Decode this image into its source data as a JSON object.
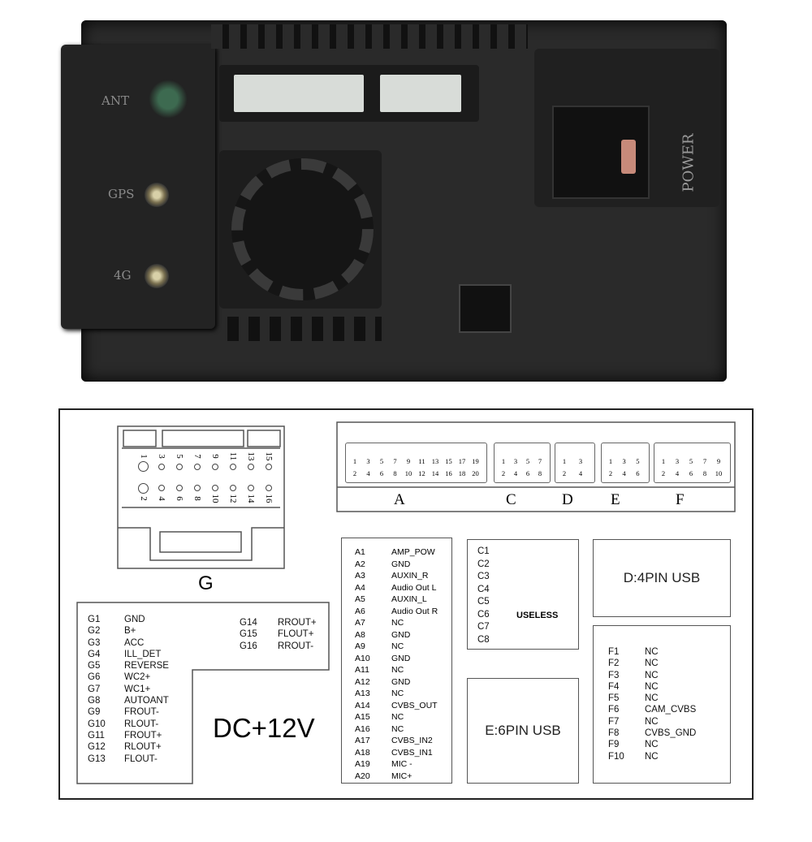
{
  "device_labels": {
    "ant": "ANT",
    "gps": "GPS",
    "lte": "4G",
    "power": "POWER"
  },
  "connector_g": {
    "label": "G",
    "top_pins": [
      "1",
      "3",
      "5",
      "7",
      "9",
      "11",
      "13",
      "15"
    ],
    "bottom_pins": [
      "2",
      "4",
      "6",
      "8",
      "10",
      "12",
      "14",
      "16"
    ]
  },
  "connectors": [
    {
      "label": "A",
      "odd": [
        "1",
        "3",
        "5",
        "7",
        "9",
        "11",
        "13",
        "15",
        "17",
        "19"
      ],
      "even": [
        "2",
        "4",
        "6",
        "8",
        "10",
        "12",
        "14",
        "16",
        "18",
        "20"
      ]
    },
    {
      "label": "C",
      "odd": [
        "1",
        "3",
        "5",
        "7"
      ],
      "even": [
        "2",
        "4",
        "6",
        "8"
      ]
    },
    {
      "label": "D",
      "odd": [
        "1",
        "3"
      ],
      "even": [
        "2",
        "4"
      ]
    },
    {
      "label": "E",
      "odd": [
        "1",
        "3",
        "5"
      ],
      "even": [
        "2",
        "4",
        "6"
      ]
    },
    {
      "label": "F",
      "odd": [
        "1",
        "3",
        "5",
        "7",
        "9"
      ],
      "even": [
        "2",
        "4",
        "6",
        "8",
        "10"
      ]
    }
  ],
  "g_table": {
    "left": [
      [
        "G1",
        "GND"
      ],
      [
        "G2",
        "B+"
      ],
      [
        "G3",
        "ACC"
      ],
      [
        "G4",
        "ILL_DET"
      ],
      [
        "G5",
        "REVERSE"
      ],
      [
        "G6",
        "WC2+"
      ],
      [
        "G7",
        "WC1+"
      ],
      [
        "G8",
        "AUTOANT"
      ],
      [
        "G9",
        "FROUT-"
      ],
      [
        "G10",
        "RLOUT-"
      ],
      [
        "G11",
        "FROUT+"
      ],
      [
        "G12",
        "RLOUT+"
      ],
      [
        "G13",
        "FLOUT-"
      ]
    ],
    "right": [
      [
        "G14",
        "RROUT+"
      ],
      [
        "G15",
        "FLOUT+"
      ],
      [
        "G16",
        "RROUT-"
      ]
    ],
    "power": "DC+12V"
  },
  "a_table": [
    [
      "A1",
      "AMP_POW"
    ],
    [
      "A2",
      "GND"
    ],
    [
      "A3",
      "AUXIN_R"
    ],
    [
      "A4",
      "Audio Out L"
    ],
    [
      "A5",
      "AUXIN_L"
    ],
    [
      "A6",
      "Audio Out R"
    ],
    [
      "A7",
      "NC"
    ],
    [
      "A8",
      "GND"
    ],
    [
      "A9",
      "NC"
    ],
    [
      "A10",
      "GND"
    ],
    [
      "A11",
      "NC"
    ],
    [
      "A12",
      "GND"
    ],
    [
      "A13",
      "NC"
    ],
    [
      "A14",
      "CVBS_OUT"
    ],
    [
      "A15",
      "NC"
    ],
    [
      "A16",
      "NC"
    ],
    [
      "A17",
      "CVBS_IN2"
    ],
    [
      "A18",
      "CVBS_IN1"
    ],
    [
      "A19",
      "MIC -"
    ],
    [
      "A20",
      "MIC+"
    ]
  ],
  "c_table": {
    "pins": [
      "C1",
      "C2",
      "C3",
      "C4",
      "C5",
      "C6",
      "C7",
      "C8"
    ],
    "note": "USELESS"
  },
  "d_box": "D:4PIN USB",
  "e_box": "E:6PIN USB",
  "f_table": [
    [
      "F1",
      "NC"
    ],
    [
      "F2",
      "NC"
    ],
    [
      "F3",
      "NC"
    ],
    [
      "F4",
      "NC"
    ],
    [
      "F5",
      "NC"
    ],
    [
      "F6",
      "CAM_CVBS"
    ],
    [
      "F7",
      "NC"
    ],
    [
      "F8",
      "CVBS_GND"
    ],
    [
      "F9",
      "NC"
    ],
    [
      "F10",
      "NC"
    ]
  ]
}
